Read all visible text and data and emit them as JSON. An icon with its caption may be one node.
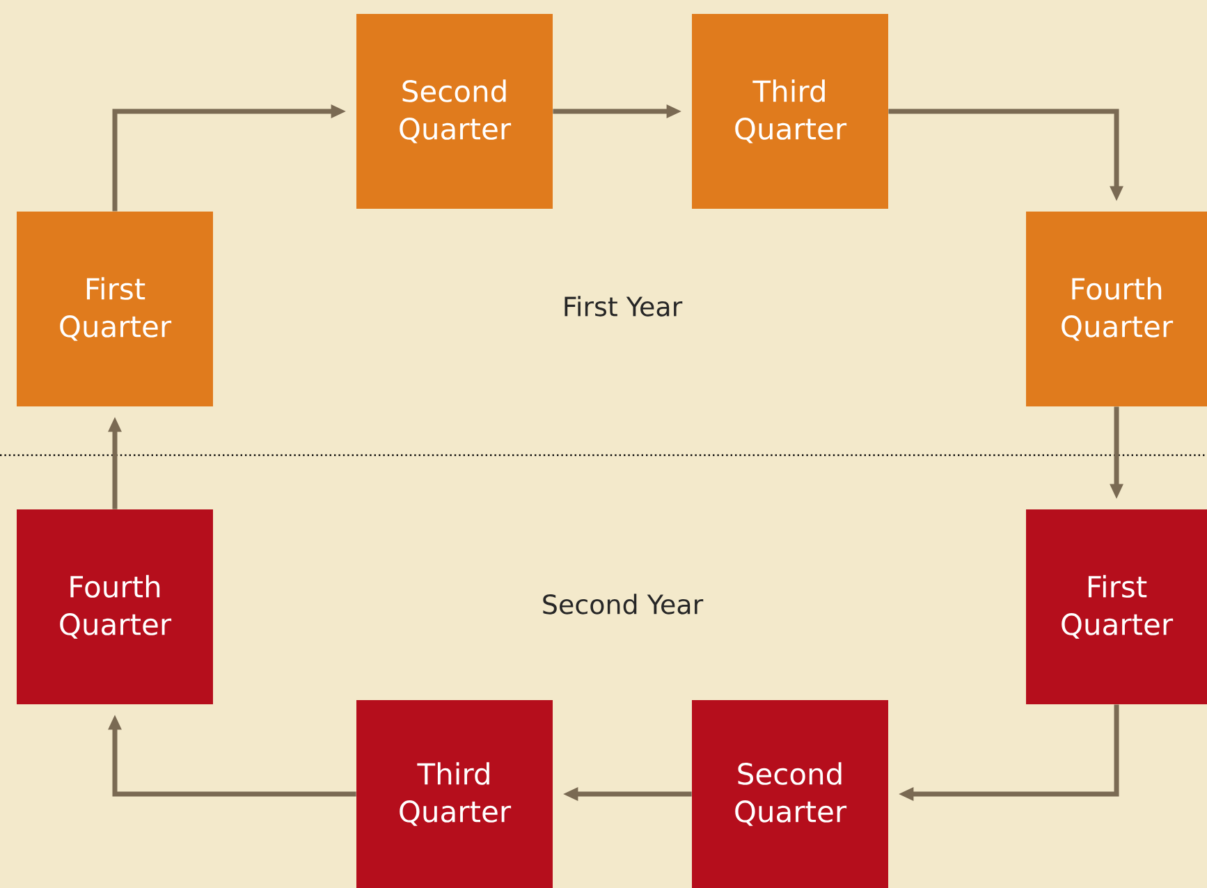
{
  "diagram": {
    "nodes": [
      {
        "text": [
          "First Quarter"
        ]
      },
      {
        "text": [
          "Second Quarter"
        ]
      },
      {
        "text": [
          "Third Quarter"
        ]
      },
      {
        "text": [
          "Fourth Quarter"
        ]
      },
      {
        "text": [
          "First Quarter"
        ]
      },
      {
        "text": [
          "Second Quarter"
        ]
      },
      {
        "text": [
          "Third Quarter"
        ]
      },
      {
        "text": [
          "Fourth Quarter"
        ]
      }
    ],
    "edges": [
      {
        "from": 0,
        "to": 1,
        "arrow": "to"
      },
      {
        "from": 1,
        "to": 2,
        "arrow": "to"
      },
      {
        "from": 2,
        "to": 3,
        "arrow": "to"
      },
      {
        "from": 3,
        "to": 4,
        "arrow": "to"
      },
      {
        "from": 4,
        "to": 5,
        "arrow": "to"
      },
      {
        "from": 5,
        "to": 6,
        "arrow": "to"
      },
      {
        "from": 6,
        "to": 7,
        "arrow": "to"
      },
      {
        "from": 7,
        "to": 0,
        "arrow": "to"
      }
    ],
    "labels": [
      "First Year",
      "Second Year"
    ]
  }
}
